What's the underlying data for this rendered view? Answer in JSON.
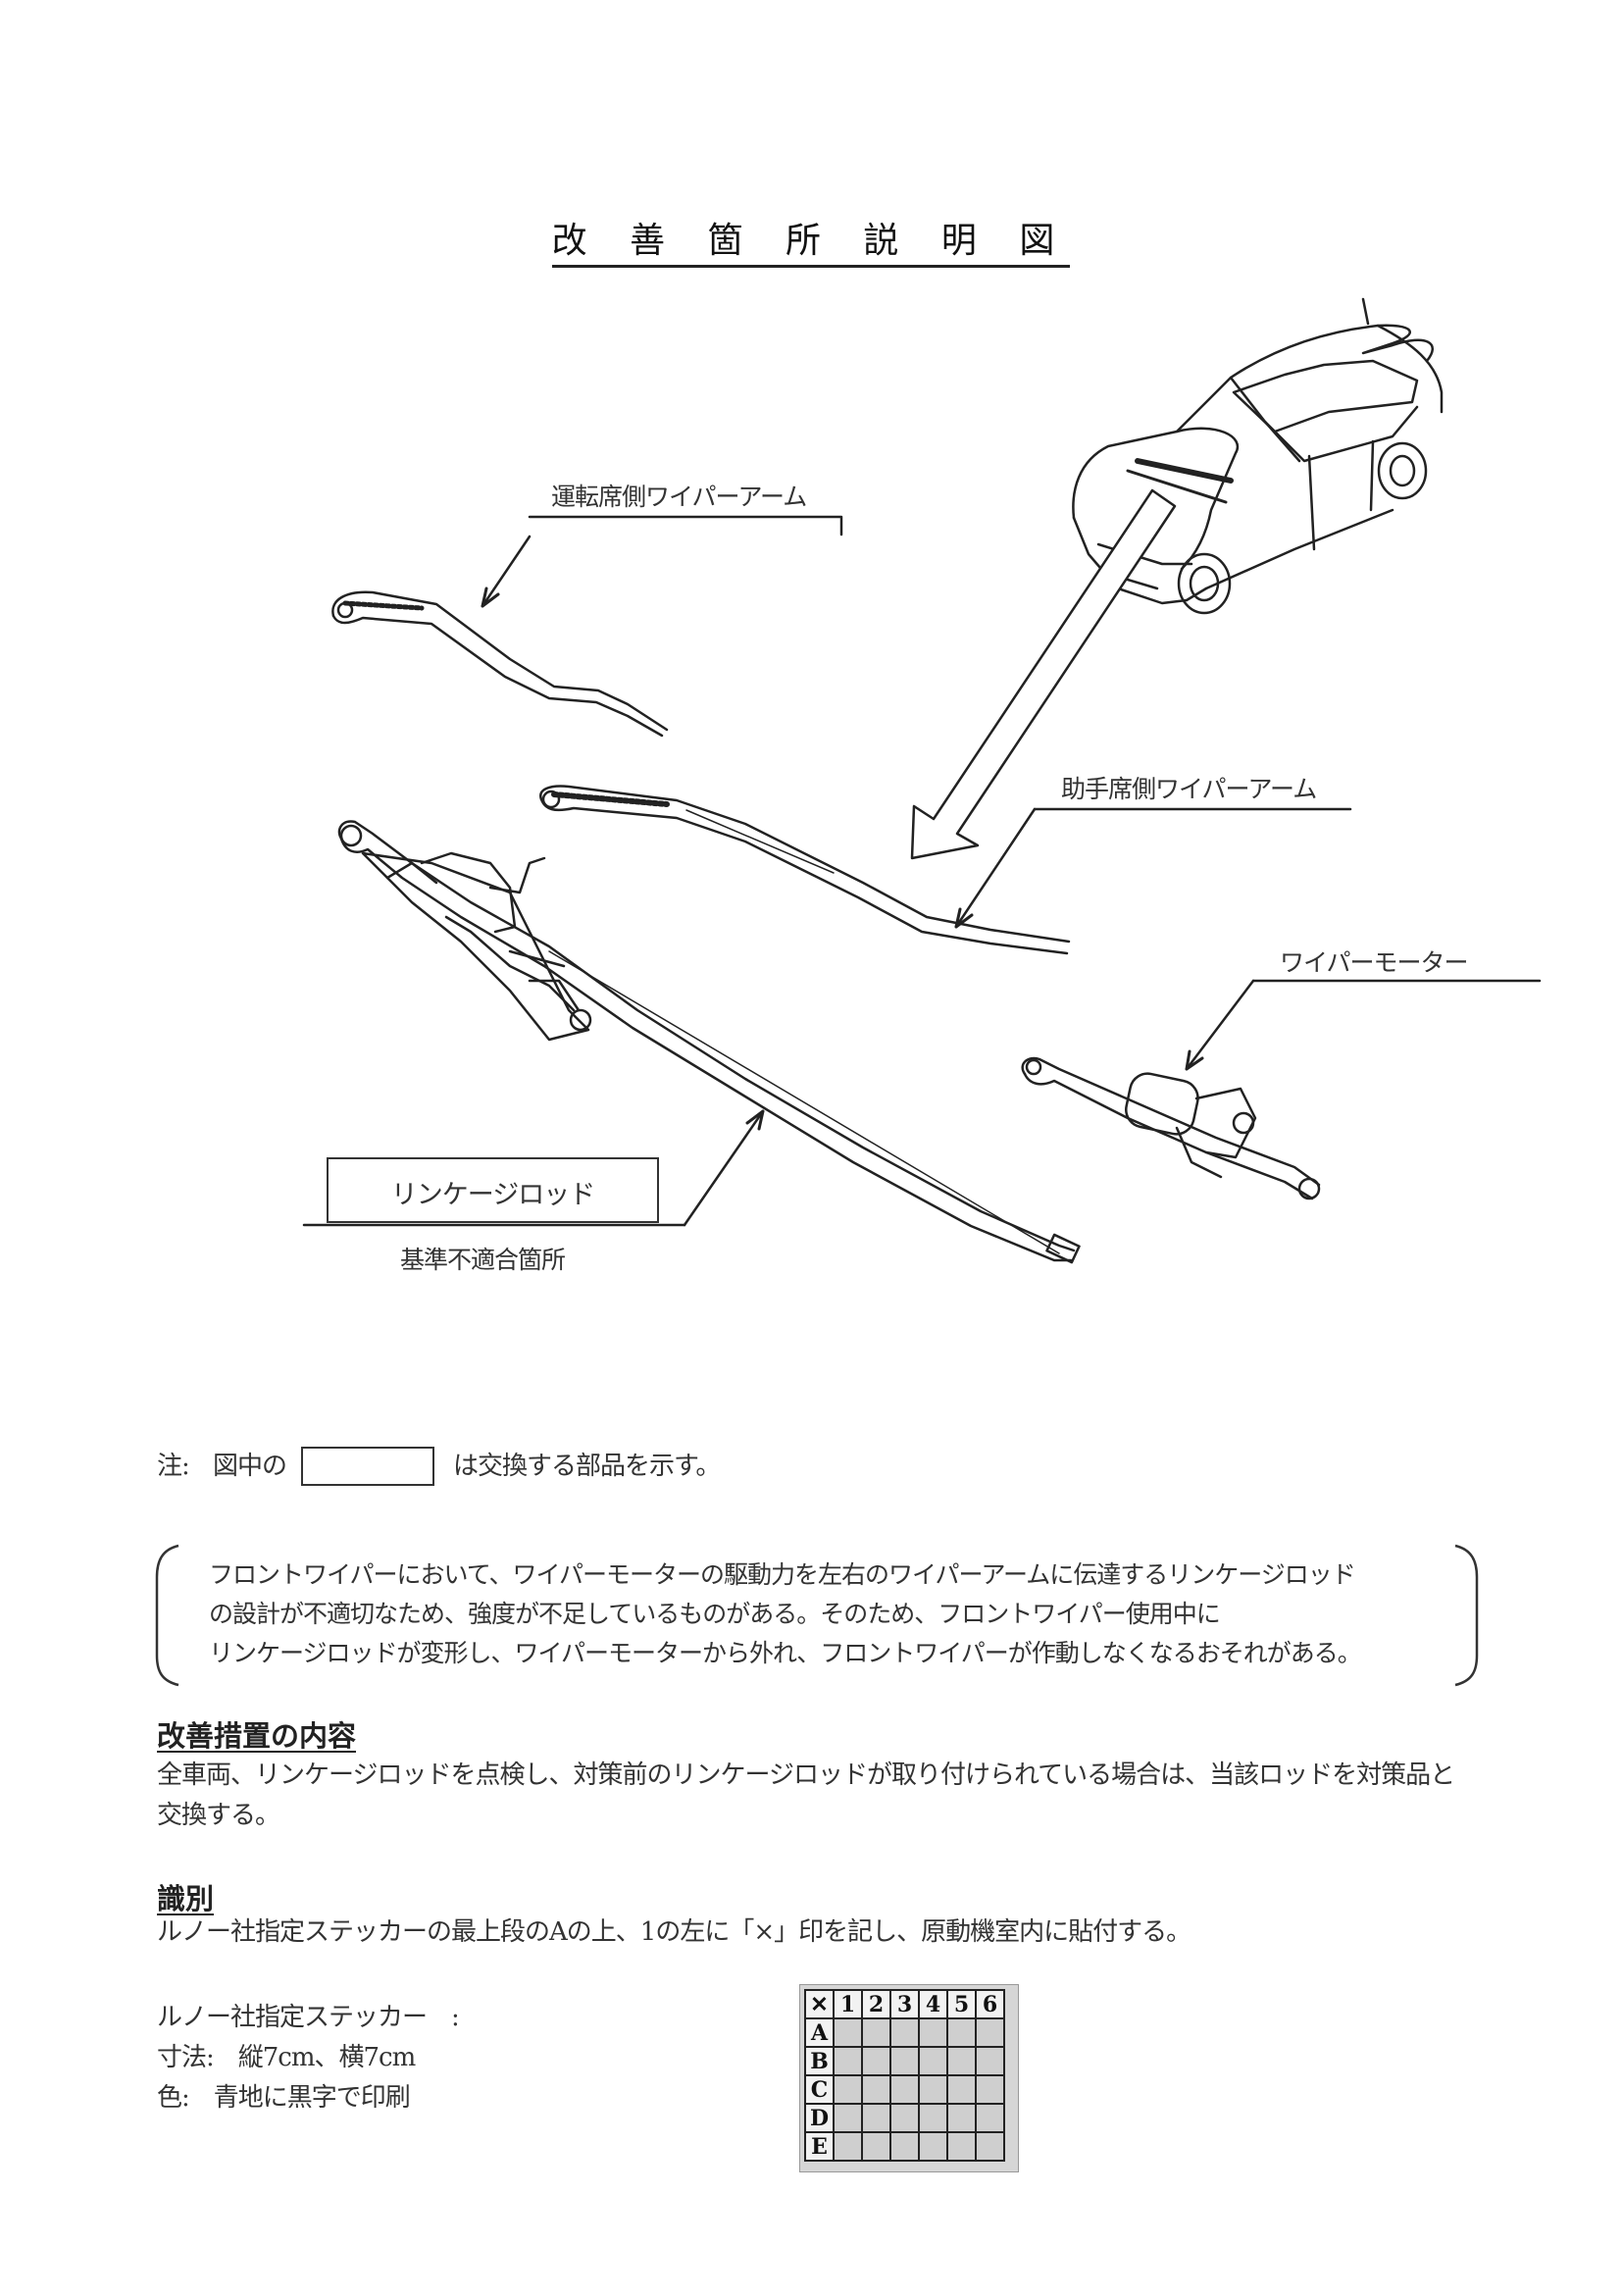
{
  "title": "改 善 箇 所 説 明 図",
  "diagram": {
    "driver_arm_label": "運転席側ワイパーアーム",
    "passenger_arm_label": "助手席側ワイパーアーム",
    "motor_label": "ワイパーモーター",
    "rod_label": "リンケージロッド",
    "nonconforming_label": "基準不適合箇所"
  },
  "note": {
    "prefix": "注:",
    "middle": "図中の",
    "suffix": "は交換する部品を示す。"
  },
  "defect_text": {
    "line1": "フロントワイパーにおいて、ワイパーモーターの駆動力を左右のワイパーアームに伝達するリンケージロッド",
    "line2": "の設計が不適切なため、強度が不足しているものがある。そのため、フロントワイパー使用中に",
    "line3": "リンケージロッドが変形し、ワイパーモーターから外れ、フロントワイパーが作動しなくなるおそれがある。"
  },
  "measures": {
    "heading": "改善措置の内容",
    "line1": "全車両、リンケージロッドを点検し、対策前のリンケージロッドが取り付けられている場合は、当該ロッドを対策品と",
    "line2": "交換する。"
  },
  "identification": {
    "heading": "識別",
    "line1": "ルノー社指定ステッカーの最上段のAの上、1の左に「×」印を記し、原動機室内に貼付する。",
    "sticker_line": "ルノー社指定ステッカー　:",
    "size_line": "寸法:　縦7cm、横7cm",
    "color_line": "色:　青地に黒字で印刷"
  },
  "sticker": {
    "corner": "✕",
    "columns": [
      "1",
      "2",
      "3",
      "4",
      "5",
      "6"
    ],
    "rows": [
      "A",
      "B",
      "C",
      "D",
      "E"
    ]
  }
}
